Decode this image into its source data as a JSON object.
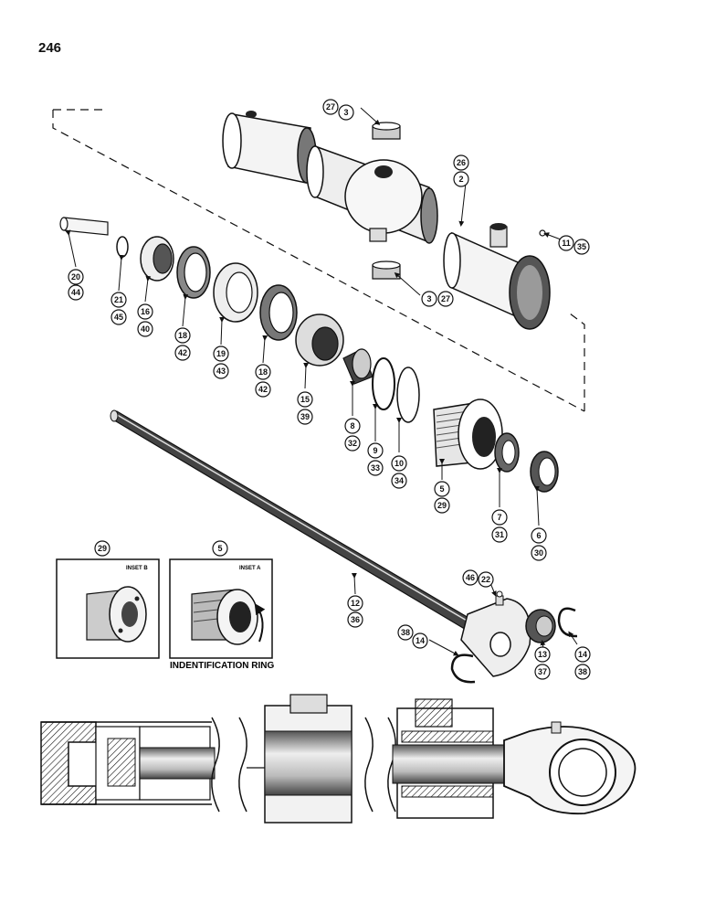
{
  "page_number": "246",
  "callouts": [
    {
      "id": "c-27a",
      "label": "27"
    },
    {
      "id": "c-3a",
      "label": "3"
    },
    {
      "id": "c-26",
      "label": "26"
    },
    {
      "id": "c-2",
      "label": "2"
    },
    {
      "id": "c-11",
      "label": "11"
    },
    {
      "id": "c-35",
      "label": "35"
    },
    {
      "id": "c-20",
      "label": "20"
    },
    {
      "id": "c-44",
      "label": "44"
    },
    {
      "id": "c-21",
      "label": "21"
    },
    {
      "id": "c-45",
      "label": "45"
    },
    {
      "id": "c-16",
      "label": "16"
    },
    {
      "id": "c-40",
      "label": "40"
    },
    {
      "id": "c-18a",
      "label": "18"
    },
    {
      "id": "c-42a",
      "label": "42"
    },
    {
      "id": "c-19",
      "label": "19"
    },
    {
      "id": "c-43",
      "label": "43"
    },
    {
      "id": "c-18b",
      "label": "18"
    },
    {
      "id": "c-42b",
      "label": "42"
    },
    {
      "id": "c-15",
      "label": "15"
    },
    {
      "id": "c-39",
      "label": "39"
    },
    {
      "id": "c-3b",
      "label": "3"
    },
    {
      "id": "c-27b",
      "label": "27"
    },
    {
      "id": "c-8",
      "label": "8"
    },
    {
      "id": "c-32",
      "label": "32"
    },
    {
      "id": "c-9",
      "label": "9"
    },
    {
      "id": "c-33",
      "label": "33"
    },
    {
      "id": "c-10",
      "label": "10"
    },
    {
      "id": "c-34",
      "label": "34"
    },
    {
      "id": "c-5",
      "label": "5"
    },
    {
      "id": "c-29",
      "label": "29"
    },
    {
      "id": "c-7",
      "label": "7"
    },
    {
      "id": "c-31",
      "label": "31"
    },
    {
      "id": "c-6",
      "label": "6"
    },
    {
      "id": "c-30",
      "label": "30"
    },
    {
      "id": "c-12",
      "label": "12"
    },
    {
      "id": "c-36",
      "label": "36"
    },
    {
      "id": "c-46",
      "label": "46"
    },
    {
      "id": "c-22",
      "label": "22"
    },
    {
      "id": "c-38a",
      "label": "38"
    },
    {
      "id": "c-14a",
      "label": "14"
    },
    {
      "id": "c-13",
      "label": "13"
    },
    {
      "id": "c-37",
      "label": "37"
    },
    {
      "id": "c-14b",
      "label": "14"
    },
    {
      "id": "c-38b",
      "label": "38"
    },
    {
      "id": "c-inset-b",
      "label": "29"
    },
    {
      "id": "c-inset-a",
      "label": "5"
    }
  ],
  "inset_b": {
    "title": "INSET B"
  },
  "inset_a": {
    "title": "INSET A",
    "caption": "INDENTIFICATION RING"
  },
  "colors": {
    "ink": "#111111",
    "shade": "#9a9a9a",
    "light": "#d8d8d8",
    "paper": "#ffffff"
  }
}
